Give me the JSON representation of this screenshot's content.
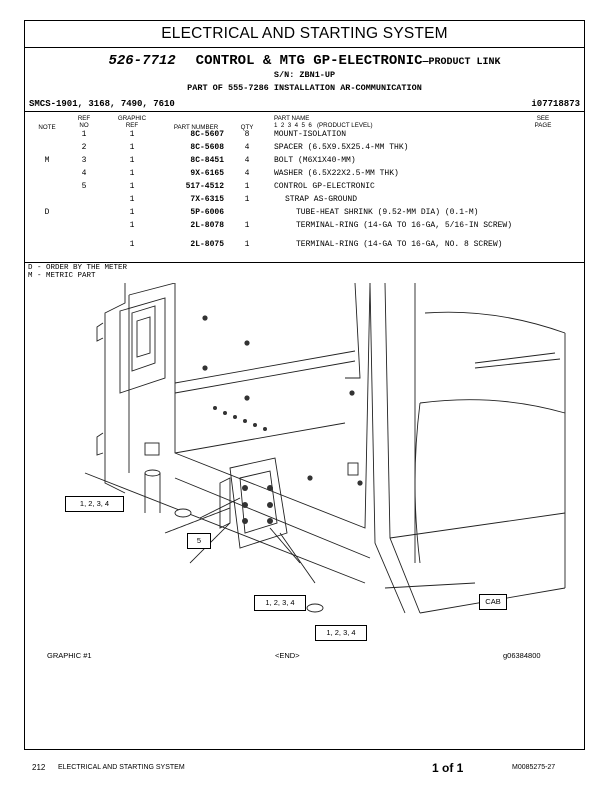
{
  "section_title": "ELECTRICAL AND STARTING SYSTEM",
  "group": {
    "number": "526-7712",
    "name": "CONTROL & MTG GP-ELECTRONIC",
    "name_suffix": "—PRODUCT LINK",
    "sn": "S/N: ZBN1-UP",
    "part_of": "PART OF 555-7286 INSTALLATION AR-COMMUNICATION"
  },
  "smcs": "SMCS-1901, 3168, 7490, 7610",
  "illustration_id": "i07718873",
  "columns": {
    "note": "NOTE",
    "ref1": "REF",
    "ref2": "NO",
    "graphic1": "GRAPHIC",
    "graphic2": "REF",
    "part_number": "PART NUMBER",
    "qty": "QTY",
    "part_name1": "PART NAME",
    "part_name2": "1  2  3  4  5  6   (PRODUCT LEVEL)",
    "see1": "SEE",
    "see2": "PAGE"
  },
  "parts": [
    {
      "note": "",
      "ref": "1",
      "graphic": "1",
      "pn": "8C-5607",
      "qty": "8",
      "name": "MOUNT-ISOLATION",
      "indent": 0
    },
    {
      "note": "",
      "ref": "2",
      "graphic": "1",
      "pn": "8C-5608",
      "qty": "4",
      "name": "SPACER (6.5X9.5X25.4-MM THK)",
      "indent": 0
    },
    {
      "note": "M",
      "ref": "3",
      "graphic": "1",
      "pn": "8C-8451",
      "qty": "4",
      "name": "BOLT (M6X1X40-MM)",
      "indent": 0
    },
    {
      "note": "",
      "ref": "4",
      "graphic": "1",
      "pn": "9X-6165",
      "qty": "4",
      "name": "WASHER (6.5X22X2.5-MM THK)",
      "indent": 0
    },
    {
      "note": "",
      "ref": "5",
      "graphic": "1",
      "pn": "517-4512",
      "qty": "1",
      "name": "CONTROL GP-ELECTRONIC",
      "indent": 0
    },
    {
      "note": "",
      "ref": "",
      "graphic": "1",
      "pn": "7X-6315",
      "qty": "1",
      "name": "STRAP AS-GROUND",
      "indent": 1
    },
    {
      "note": "D",
      "ref": "",
      "graphic": "1",
      "pn": "5P-6006",
      "qty": "",
      "name": "TUBE-HEAT SHRINK (9.52-MM DIA)  (0.1-M)",
      "indent": 2
    },
    {
      "note": "",
      "ref": "",
      "graphic": "1",
      "pn": "2L-8078",
      "qty": "1",
      "name": "TERMINAL-RING (14-GA TO 16-GA, 5/16-IN SCREW)",
      "indent": 2
    },
    {
      "note": "",
      "ref": "",
      "graphic": "1",
      "pn": "2L-8075",
      "qty": "1",
      "name": "TERMINAL-RING (14-GA TO 16-GA, NO. 8 SCREW)",
      "indent": 2
    }
  ],
  "legend": [
    "D - ORDER BY THE METER",
    "M - METRIC PART"
  ],
  "callouts": [
    "1, 2, 3, 4",
    "5",
    "1, 2, 3, 4",
    "1, 2, 3, 4",
    "CAB"
  ],
  "graphic_caption": "GRAPHIC #1",
  "end_label": "<END>",
  "graphic_id": "g06384800",
  "footer": {
    "page_number": "212",
    "section": "ELECTRICAL AND STARTING SYSTEM",
    "page_of": "1 of 1",
    "doc_id": "M0085275-27"
  }
}
